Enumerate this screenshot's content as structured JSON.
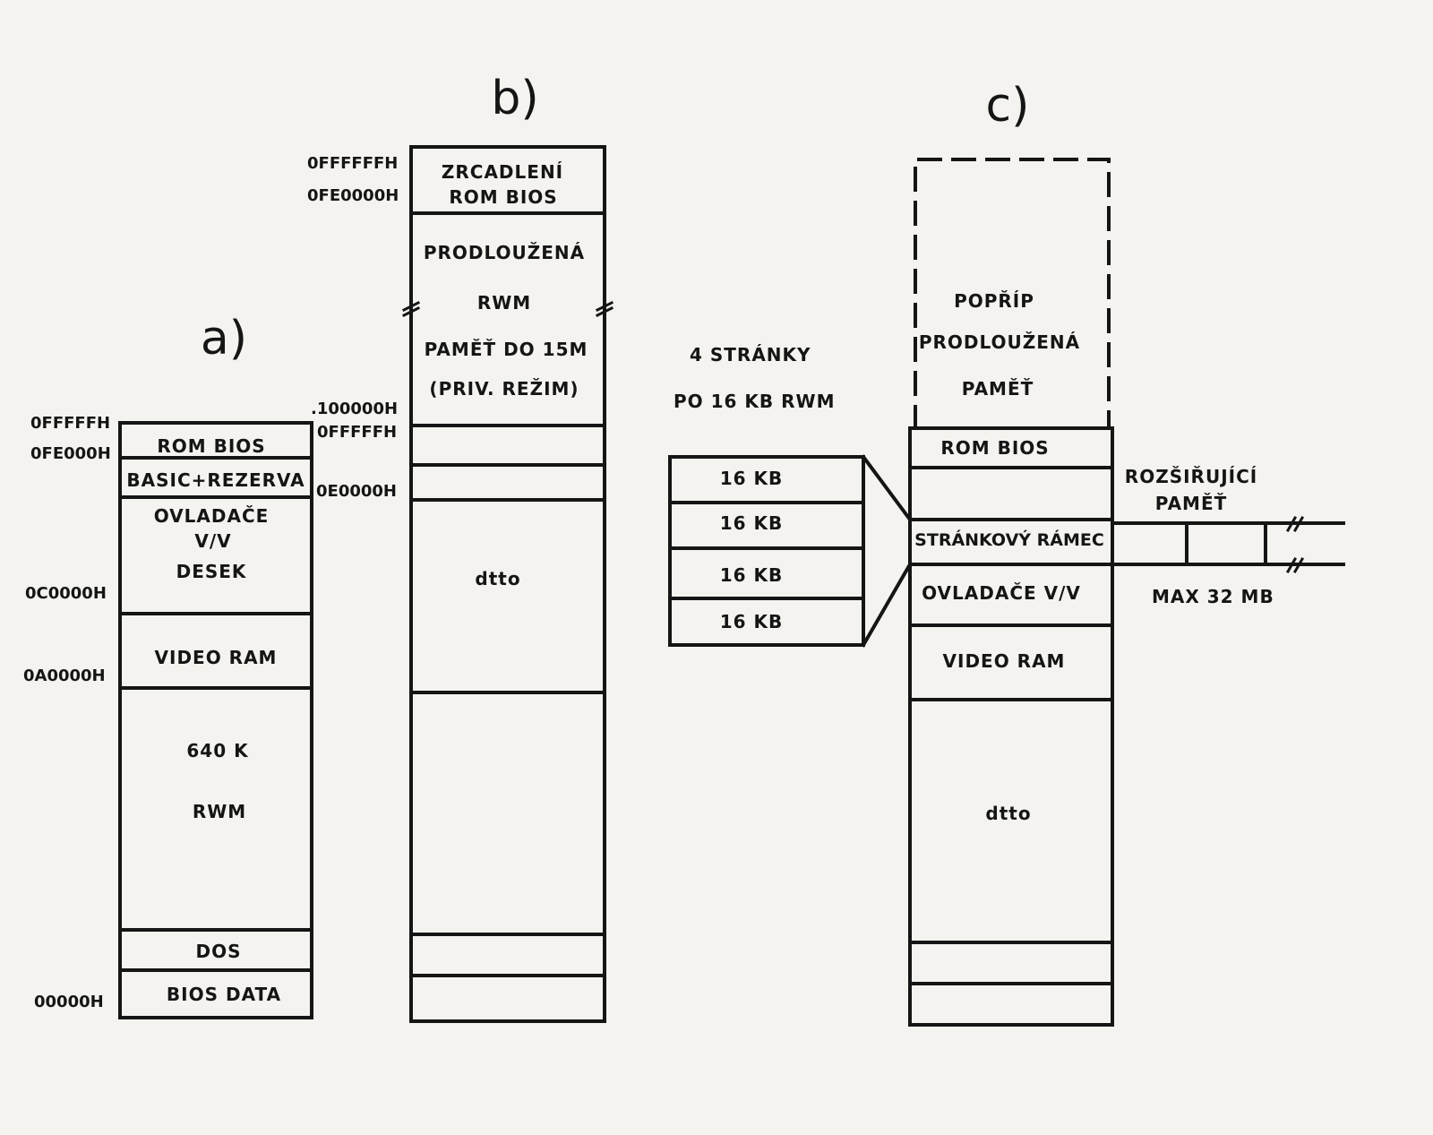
{
  "diagram_a": {
    "label": "a)",
    "addresses": {
      "top": "0FFFFFH",
      "rom": "0FE000H",
      "ovl": "0C0000H",
      "video": "0A0000H",
      "bottom": "00000H"
    },
    "blocks": {
      "rom_bios": "ROM  BIOS",
      "basic": "BASIC+REZERVA",
      "ovladace": [
        "OVLADAČE",
        "V/V",
        "DESEK"
      ],
      "video_ram": "VIDEO  RAM",
      "rwm": [
        "640  K",
        "RWM"
      ],
      "dos": "DOS",
      "bios_data": "BIOS  DATA"
    }
  },
  "diagram_b": {
    "label": "b)",
    "addresses": {
      "top": "0FFFFFFH",
      "mirror": "0FE0000H",
      "ext_start": ".100000H",
      "conv_top": "0FFFFFH",
      "conv_e": "0E0000H"
    },
    "blocks": {
      "zrcadleni": [
        "ZRCADLENÍ",
        "ROM  BIOS"
      ],
      "extended": [
        "PRODLOUŽENÁ",
        "RWM",
        "PAMĚŤ  DO   15M",
        "(PRIV. REŽIM)"
      ],
      "dtto": "dtto"
    }
  },
  "diagram_c": {
    "label": "c)",
    "pages_caption": [
      "4  STRÁNKY",
      "PO    16 KB  RWM"
    ],
    "pages": [
      "16 KB",
      "16 KB",
      "16 KB",
      "16 KB"
    ],
    "blocks": {
      "optional": [
        "POPŘÍP",
        "PRODLOUŽENÁ",
        "PAMĚŤ"
      ],
      "rom_bios": "ROM  BIOS",
      "page_frame": "STRÁNKOVÝ  RÁMEC",
      "ovladace": "OVLADAČE  V/V",
      "video_ram": "VIDEO   RAM",
      "dtto": "dtto"
    },
    "expansion": {
      "label": [
        "ROZŠIŘUJÍCÍ",
        "PAMĚŤ"
      ],
      "max": "MAX    32 MB"
    }
  },
  "colors": {
    "ink": "#151515",
    "paper": "#f4f3ef"
  }
}
